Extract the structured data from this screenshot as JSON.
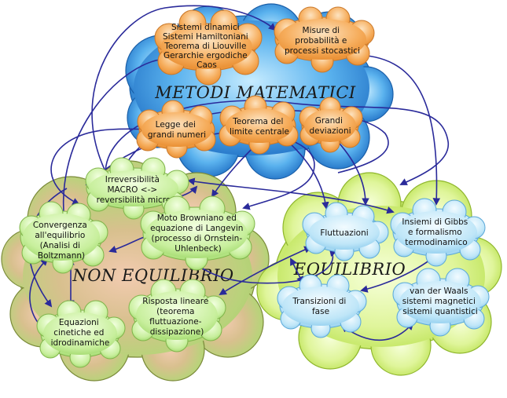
{
  "regions": {
    "math": "METODI MATEMATICI",
    "noneq": "NON EQUILIBRIO",
    "eq": "EQUILIBRIO"
  },
  "nodes": {
    "sistemi": [
      "Sistemi dinamici",
      "Sistemi Hamiltoniani",
      "Teorema di Liouville",
      "Gerarchie ergodiche",
      "Caos"
    ],
    "misure": [
      "Misure di",
      "probabilità e",
      "processi stocastici"
    ],
    "legge": [
      "Legge dei",
      "grandi numeri"
    ],
    "limite": [
      "Teorema del",
      "limite centrale"
    ],
    "deviazioni": [
      "Grandi",
      "deviazioni"
    ],
    "irrev": [
      "Irreversibilità",
      "MACRO <->",
      "reversibilità micro"
    ],
    "convergenza": [
      "Convergenza",
      "all'equilibrio",
      "(Analisi di",
      "Boltzmann)"
    ],
    "moto": [
      "Moto Browniano ed",
      "equazione di Langevin",
      "(processo di Ornstein-",
      "Uhlenbeck)"
    ],
    "risposta": [
      "Risposta lineare",
      "(teorema",
      "fluttuazione-",
      "dissipazione)"
    ],
    "equazioni": [
      "Equazioni",
      "cinetiche ed",
      "idrodinamiche"
    ],
    "fluttuazioni": [
      "Fluttuazioni"
    ],
    "gibbs": [
      "Insiemi di Gibbs",
      "e formalismo",
      "termodinamico"
    ],
    "transizioni": [
      "Transizioni di",
      "fase"
    ],
    "vdw": [
      "van der Waals",
      "sistemi magnetici",
      "sistemi quantistici"
    ]
  },
  "colors": {
    "arrow": "#2a2a9a",
    "orange_node": "#f6ad5c",
    "blue_node": "#bfe6f8"
  }
}
